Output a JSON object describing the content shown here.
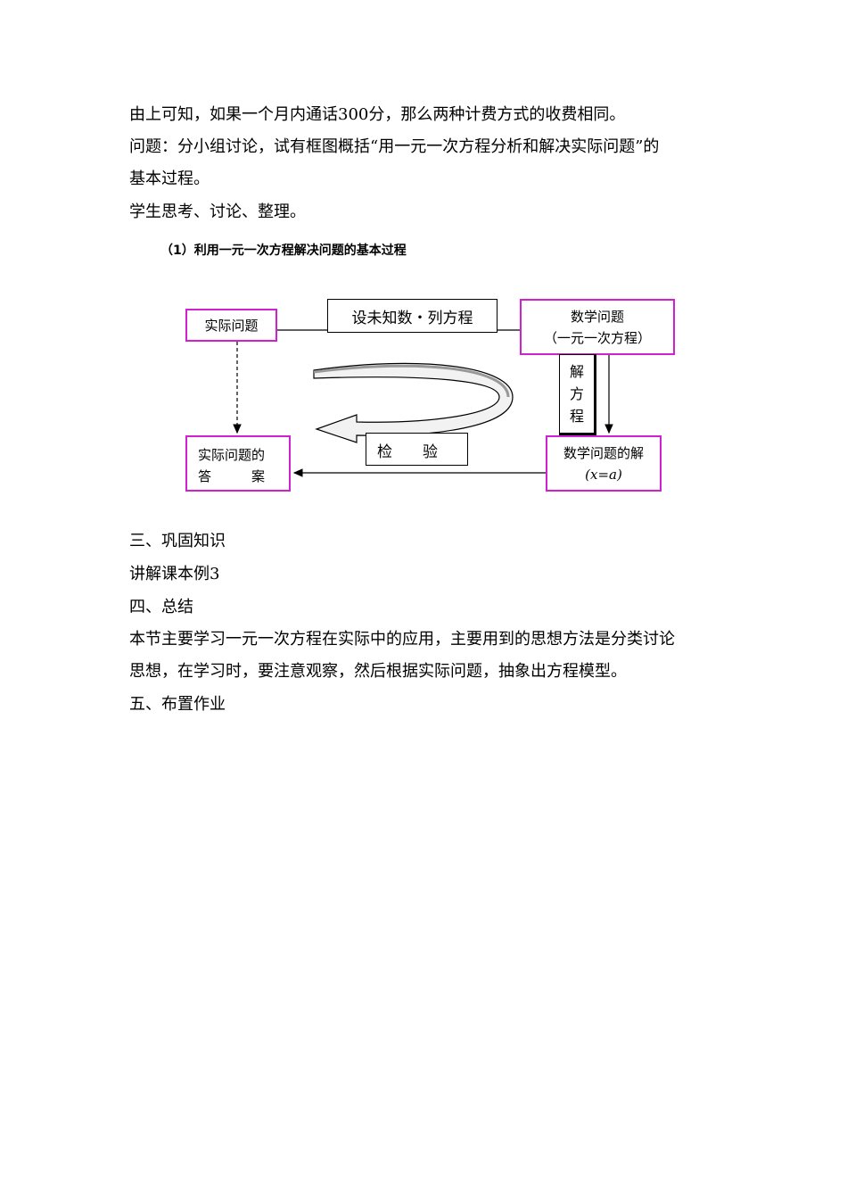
{
  "text": {
    "line1": "由上可知，如果一个月内通话300分，那么两种计费方式的收费相同。",
    "line2": "问题：分小组讨论，试有框图概括“用一元一次方程分析和解决实际问题”的",
    "line3": "基本过程。",
    "line4": "学生思考、讨论、整理。",
    "caption": "（1）利用一元一次方程解决问题的基本过程",
    "section3": "三、巩固知识",
    "explain": "讲解课本例3",
    "section4": "四、总结",
    "summary1": "本节主要学习一元一次方程在实际中的应用，主要用到的思想方法是分类讨论",
    "summary2": "思想，在学习时，要注意观察，然后根据实际问题，抽象出方程模型。",
    "section5": "五、布置作业"
  },
  "diagram": {
    "real_problem": "实际问题",
    "set_unknown": "设未知数・列方程",
    "math_problem_1": "数学问题",
    "math_problem_2": "（一元一次方程）",
    "solve": [
      "解",
      "方",
      "程"
    ],
    "math_solution_1": "数学问题的解",
    "math_solution_2": "(x=a)",
    "real_answer_1": "实际问题的",
    "real_answer_2": "答　　　案",
    "check": "检　　验",
    "colors": {
      "box_border": "#d020d0",
      "line": "#000000"
    }
  }
}
